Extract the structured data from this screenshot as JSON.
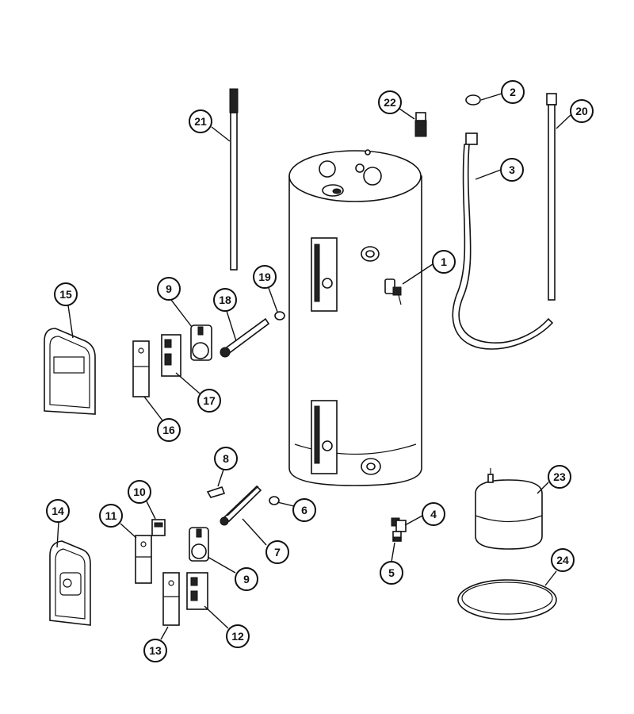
{
  "callouts": [
    {
      "id": "1",
      "label": "1"
    },
    {
      "id": "2",
      "label": "2"
    },
    {
      "id": "3",
      "label": "3"
    },
    {
      "id": "4",
      "label": "4"
    },
    {
      "id": "5",
      "label": "5"
    },
    {
      "id": "6",
      "label": "6"
    },
    {
      "id": "7",
      "label": "7"
    },
    {
      "id": "8",
      "label": "8"
    },
    {
      "id": "9a",
      "label": "9"
    },
    {
      "id": "9b",
      "label": "9"
    },
    {
      "id": "10",
      "label": "10"
    },
    {
      "id": "11",
      "label": "11"
    },
    {
      "id": "12",
      "label": "12"
    },
    {
      "id": "13",
      "label": "13"
    },
    {
      "id": "14",
      "label": "14"
    },
    {
      "id": "15",
      "label": "15"
    },
    {
      "id": "16",
      "label": "16"
    },
    {
      "id": "17",
      "label": "17"
    },
    {
      "id": "18",
      "label": "18"
    },
    {
      "id": "19",
      "label": "19"
    },
    {
      "id": "20",
      "label": "20"
    },
    {
      "id": "21",
      "label": "21"
    },
    {
      "id": "22",
      "label": "22"
    },
    {
      "id": "23",
      "label": "23"
    },
    {
      "id": "24",
      "label": "24"
    }
  ]
}
